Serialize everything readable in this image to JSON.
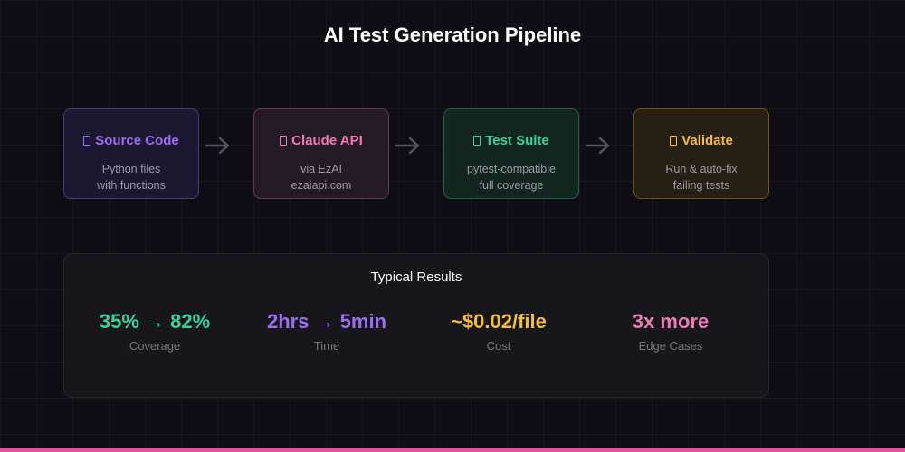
{
  "title": "AI Test Generation Pipeline",
  "steps": [
    {
      "icon": "document-icon",
      "title": "Source Code",
      "lines": [
        "Python files",
        "with functions"
      ],
      "color": "#9d6cf0",
      "border": "#4a3a80",
      "bg": "#1b1830"
    },
    {
      "icon": "robot-icon",
      "title": "Claude API",
      "lines": [
        "via EzAI",
        "ezaiapi.com"
      ],
      "color": "#f07ab6",
      "border": "#6a3656",
      "bg": "#241a25"
    },
    {
      "icon": "checklist-icon",
      "title": "Test Suite",
      "lines": [
        "pytest-compatible",
        "full coverage"
      ],
      "color": "#37d39b",
      "border": "#245f4d",
      "bg": "#13251f"
    },
    {
      "icon": "check-icon",
      "title": "Validate",
      "lines": [
        "Run & auto-fix",
        "failing tests"
      ],
      "color": "#f5bd3e",
      "border": "#6b5421",
      "bg": "#261f14"
    }
  ],
  "arrow_color": "#55545e",
  "results": {
    "title": "Typical Results",
    "metrics": [
      {
        "value": "35% → 82%",
        "label": "Coverage",
        "color": "#37d39b"
      },
      {
        "value": "2hrs → 5min",
        "label": "Time",
        "color": "#9d6cf0"
      },
      {
        "value": "~$0.02/file",
        "label": "Cost",
        "color": "#f5bd3e"
      },
      {
        "value": "3x more",
        "label": "Edge Cases",
        "color": "#f07ab6"
      }
    ]
  },
  "accent_bar_color": "#e0529a"
}
